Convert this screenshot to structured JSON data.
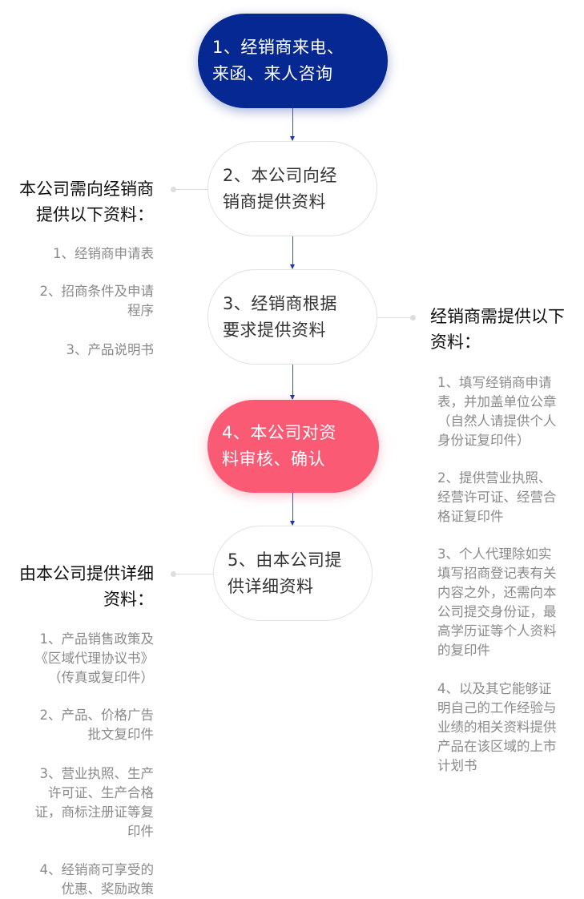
{
  "steps": [
    {
      "label": "1、经销商来电、\n来函、来人咨询",
      "color": "#062893"
    },
    {
      "label": "2、本公司向经\n销商提供资料"
    },
    {
      "label": "3、经销商根据\n要求提供资料"
    },
    {
      "label": "4、本公司对资\n料审核、确认",
      "color": "#fa5a73"
    },
    {
      "label": "5、由本公司提\n供详细资料"
    }
  ],
  "company_provides": {
    "heading": "本公司需向经销商\n提供以下资料：",
    "items": [
      "1、经销商申请表",
      "2、招商条件及申请\n程序",
      "3、产品说明书"
    ]
  },
  "dealer_provides": {
    "heading": "经销商需提供以下\n资料：",
    "items": [
      "1、填写经销商申请\n表，并加盖单位公章\n（自然人请提供个人\n身份证复印件）",
      "2、提供营业执照、\n经营许可证、经营合\n格证复印件",
      "3、个人代理除如实\n填写招商登记表有关\n内容之外，还需向本\n公司提交身份证，最\n高学历证等个人资料\n的复印件",
      "4、以及其它能够证\n明自己的工作经验与\n业绩的相关资料提供\n产品在该区域的上市\n计划书"
    ]
  },
  "detailed_info": {
    "heading": "由本公司提供详细\n资料：",
    "items": [
      "1、产品销售政策及\n《区域代理协议书》\n（传真或复印件）",
      "2、产品、价格广告\n批文复印件",
      "3、营业执照、生产\n许可证、生产合格\n证，商标注册证等复\n印件",
      "4、经销商可享受的\n优惠、奖励政策"
    ]
  }
}
